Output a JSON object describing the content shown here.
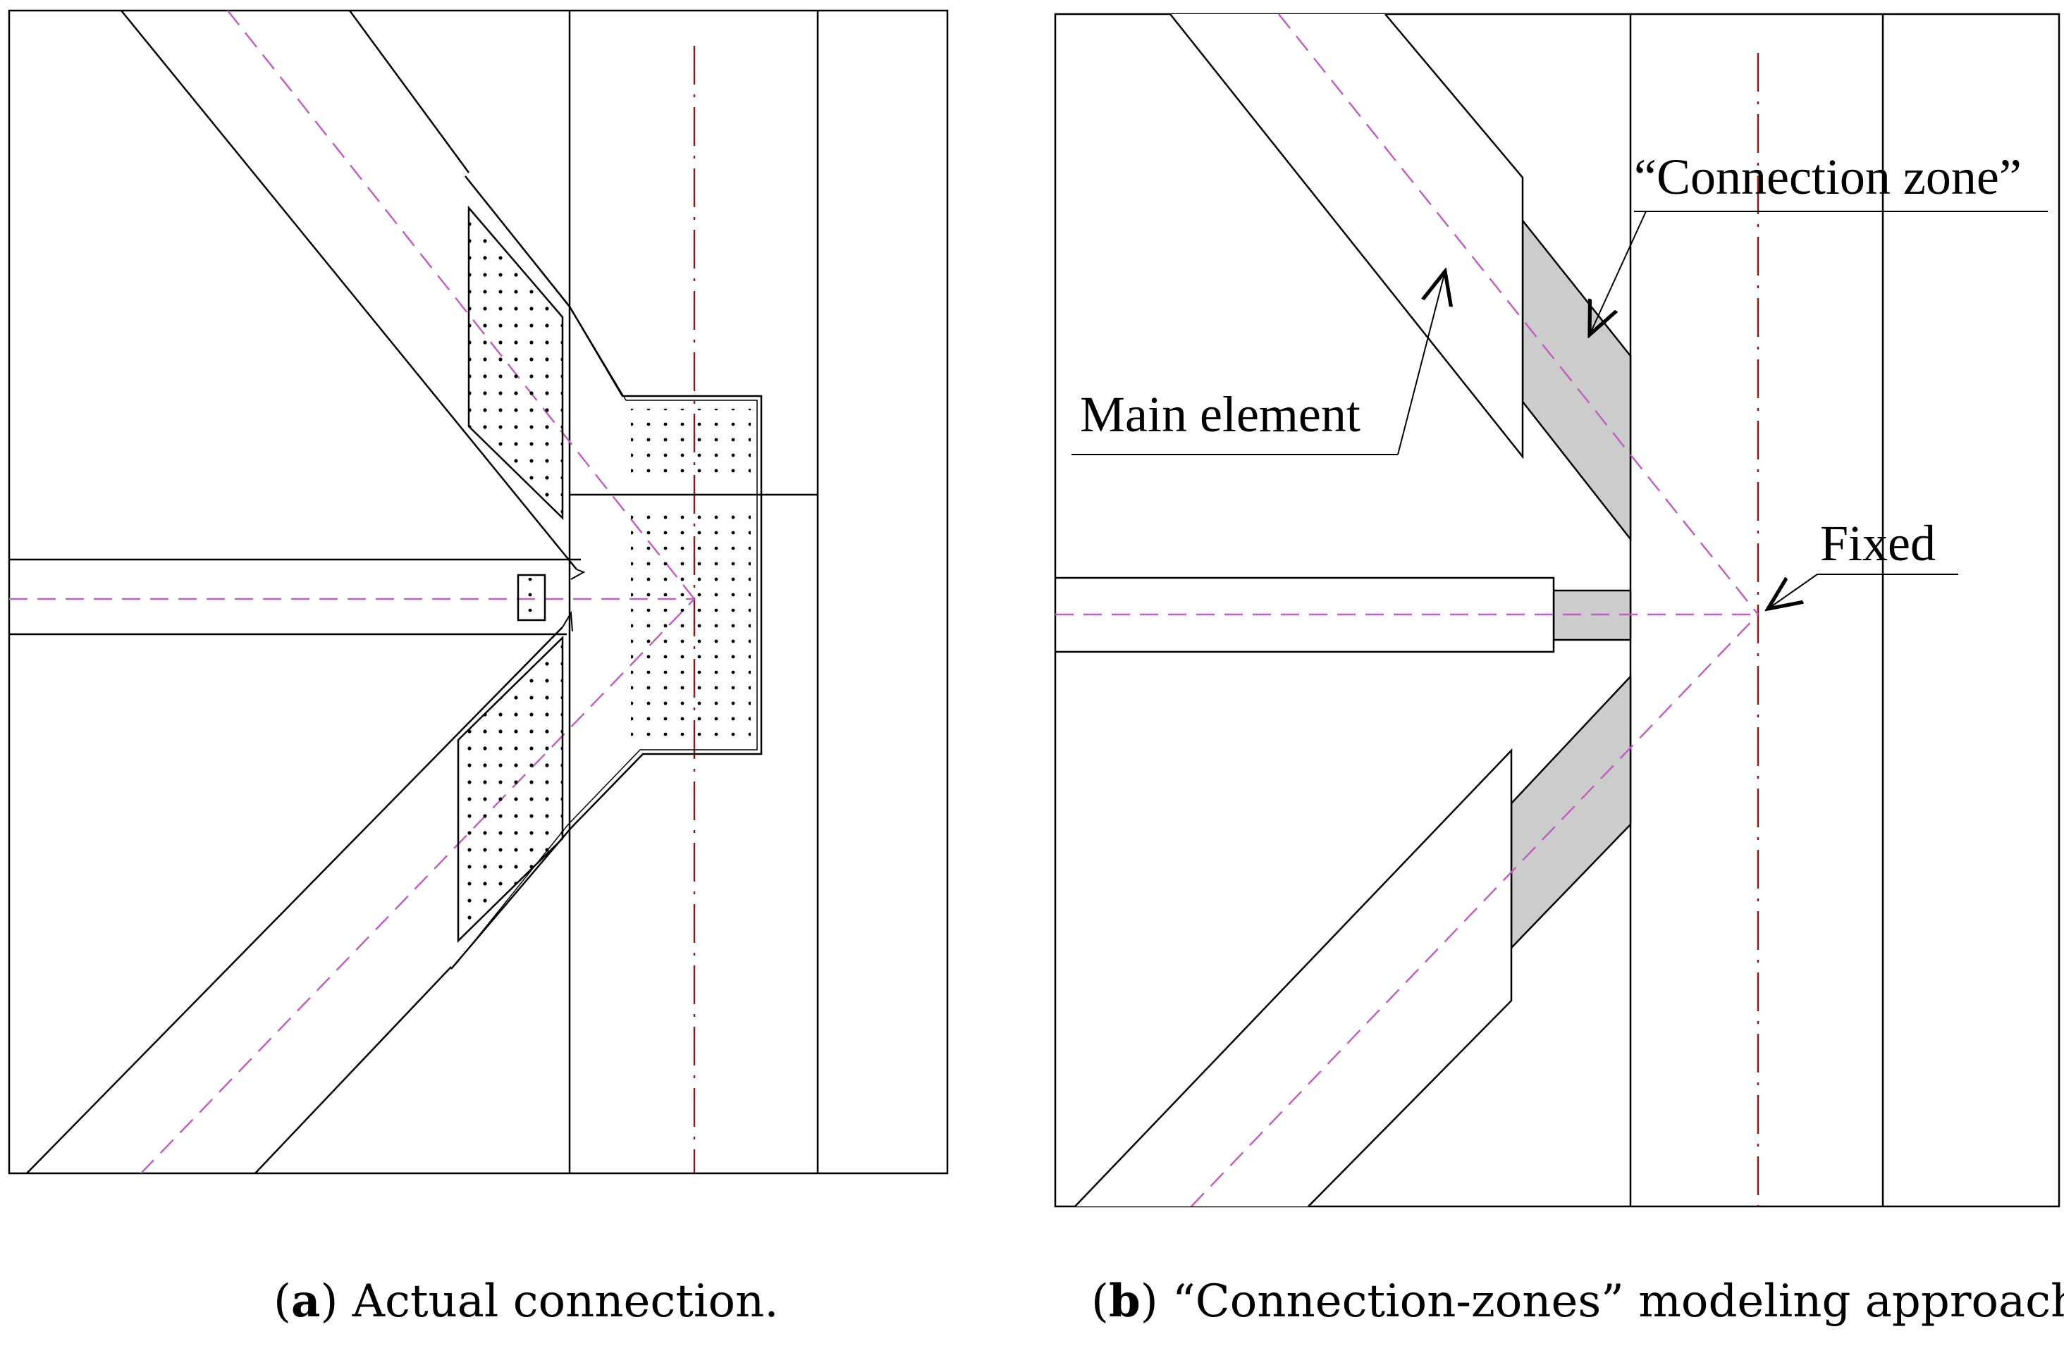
{
  "panel_a": {
    "caption_label": "a",
    "caption_text": "Actual connection."
  },
  "panel_b": {
    "caption_label": "b",
    "caption_text": "“Connection-zones” modeling approach.",
    "annotations": {
      "connection_zone": "“Connection zone”",
      "main_element": "Main element",
      "fixed": "Fixed"
    }
  },
  "colors": {
    "line": "#000000",
    "centerline": "#c060c0",
    "axis": "#8b1a1a",
    "zone_fill": "#cccccc"
  }
}
